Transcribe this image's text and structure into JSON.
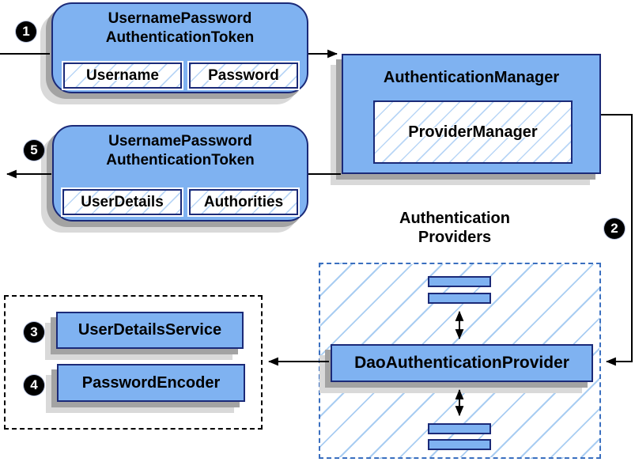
{
  "colors": {
    "node_fill": "#7fb2f1",
    "node_border": "#1b2a78",
    "shadow_near": "#a3a3a3",
    "shadow_far": "#d9d9d9",
    "hatch_line": "#b9d6f6",
    "hatch_line_big": "#a9cdf2",
    "dashed_border": "#3a6fbf",
    "wire": "#000000"
  },
  "badges": {
    "step1": "1",
    "step2": "2",
    "step3": "3",
    "step4": "4",
    "step5": "5"
  },
  "request_token": {
    "title_line1": "UsernamePassword",
    "title_line2": "AuthenticationToken",
    "fields": [
      "Username",
      "Password"
    ]
  },
  "authentication_manager": {
    "title": "AuthenticationManager",
    "implementation": "ProviderManager"
  },
  "response_token": {
    "title_line1": "UsernamePassword",
    "title_line2": "AuthenticationToken",
    "fields": [
      "UserDetails",
      "Authorities"
    ]
  },
  "authentication_providers": {
    "title_line1": "Authentication",
    "title_line2": "Providers",
    "provider": "DaoAuthenticationProvider"
  },
  "collaborators": {
    "items": [
      "UserDetailsService",
      "PasswordEncoder"
    ]
  }
}
